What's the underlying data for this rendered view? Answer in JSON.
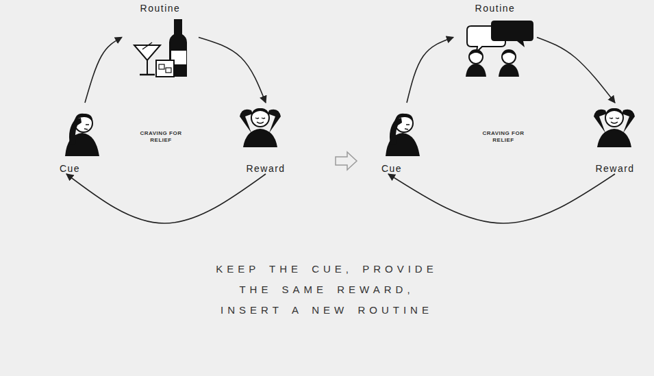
{
  "diagram": {
    "caption": "KEEP THE CUE, PROVIDE THE SAME REWARD, INSERT A NEW ROUTINE",
    "nodes": [
      {
        "text": [
          "Routine"
        ]
      },
      {
        "text": [
          "Cue"
        ]
      },
      {
        "text": [
          "Reward"
        ]
      },
      {
        "text": [
          "Routine"
        ]
      },
      {
        "text": [
          "Cue"
        ]
      },
      {
        "text": [
          "Reward"
        ]
      }
    ],
    "edges": [
      {
        "from": 1,
        "to": 0,
        "arrow": "to"
      },
      {
        "from": 0,
        "to": 2,
        "arrow": "to"
      },
      {
        "from": 2,
        "to": 1,
        "arrow": "to"
      },
      {
        "from": 4,
        "to": 3,
        "arrow": "to"
      },
      {
        "from": 3,
        "to": 5,
        "arrow": "to"
      },
      {
        "from": 5,
        "to": 4,
        "arrow": "to"
      }
    ],
    "labels": [
      "CRAVING FOR RELIEF",
      "CRAVING FOR RELIEF"
    ]
  }
}
